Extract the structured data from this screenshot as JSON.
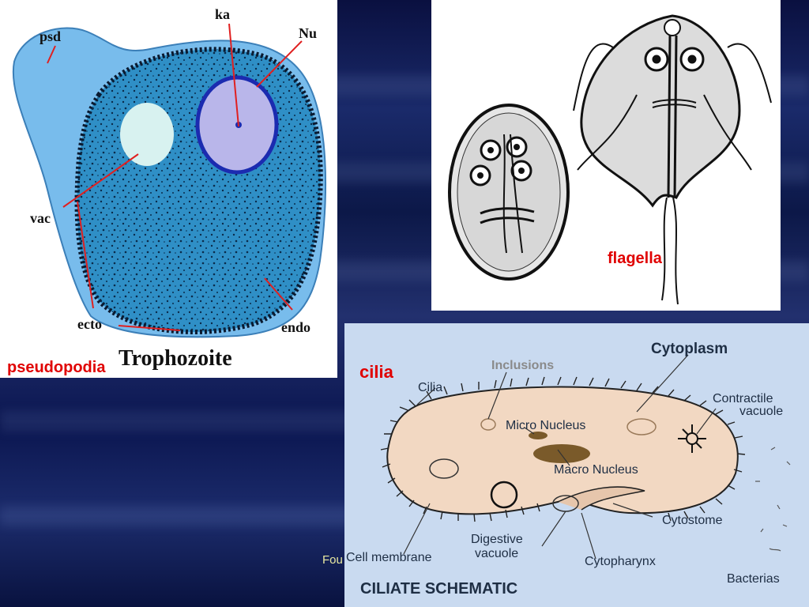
{
  "slide": {
    "background_colors": [
      "#0a1040",
      "#22306e"
    ],
    "footer_text": "Fou"
  },
  "trophozoite": {
    "title": "Trophozoite",
    "labels": {
      "psd": "psd",
      "ka": "ka",
      "nu": "Nu",
      "vac": "vac",
      "ecto": "ecto",
      "endo": "endo"
    },
    "caption": "pseudopodia",
    "colors": {
      "ectoplasm": "#6fb6ea",
      "endoplasm": "#2f8fc6",
      "nucleus": "#b9b6ea",
      "pointer": "#e02020"
    }
  },
  "giardia": {
    "caption": "flagella"
  },
  "ciliate": {
    "caption": "cilia",
    "title": "CILIATE SCHEMATIC",
    "labels": {
      "cytoplasm": "Cytoplasm",
      "inclusions": "Inclusions",
      "cilia": "Cilia",
      "contractile_vacuole": [
        "Contractile",
        "vacuole"
      ],
      "micro_nucleus": "Micro Nucleus",
      "macro_nucleus": "Macro Nucleus",
      "cytostome": "Cytostome",
      "digestive_vacuole": [
        "Digestive",
        "vacuole"
      ],
      "cell_membrane": "Cell membrane",
      "cytopharynx": "Cytopharynx",
      "bacterias": "Bacterias"
    },
    "colors": {
      "cell": "#f2d8c2",
      "macronucleus": "#7a5a2a",
      "label": "#1e2e44",
      "inclusions_label": "#8a8a8a"
    }
  }
}
